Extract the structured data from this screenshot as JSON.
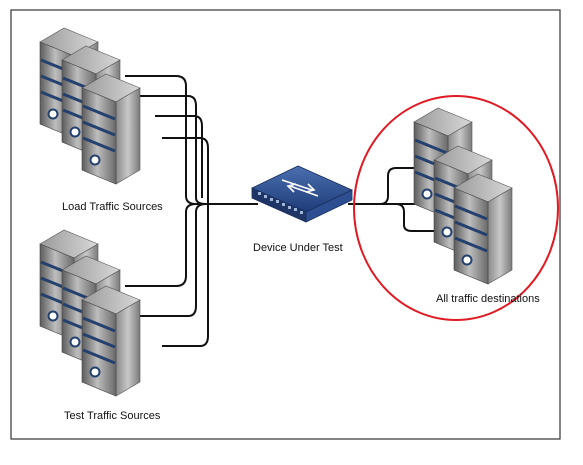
{
  "labels": {
    "load_sources": "Load Traffic Sources",
    "test_sources": "Test Traffic Sources",
    "dut": "Device Under Test",
    "destinations": "All traffic destinations"
  },
  "icons": {
    "server": "server-icon",
    "switch": "network-switch-icon"
  },
  "colors": {
    "highlight_ellipse": "#e01b24",
    "frame": "#333333",
    "cable": "#111111",
    "server_stripe": "#24406e",
    "switch_body": "#2a4a8a"
  }
}
